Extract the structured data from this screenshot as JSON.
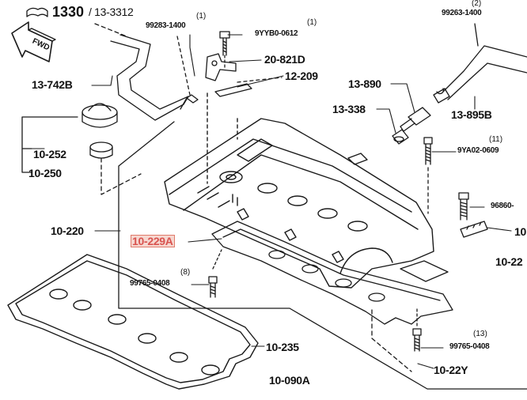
{
  "header": {
    "ref_number": "1330",
    "ref_sub": "/ 13-3312",
    "direction_label": "FWD"
  },
  "labels": {
    "l_99283_top": "99283-1400",
    "q1_a": "(1)",
    "l_9yyb0": "9YYB0-0612",
    "q1_b": "(1)",
    "l_99263_right": "99263-1400",
    "q2": "(2)",
    "l_13_742b": "13-742B",
    "l_20_821d": "20-821D",
    "l_12_209": "12-209",
    "l_13_890": "13-890",
    "l_13_338": "13-338",
    "l_13_895b": "13-895B",
    "l_10_252": "10-252",
    "l_10_250": "10-250",
    "l_9ya02": "9YA02-0609",
    "q11": "(11)",
    "l_10_220": "10-220",
    "l_96860": "96860-",
    "l_10_right": "10",
    "l_10_22_right": "10-22",
    "l_10_229a": "10-229A",
    "q8": "(8)",
    "l_99765_left": "99765-0408",
    "q13": "(13)",
    "l_99765_right": "99765-0408",
    "l_10_235": "10-235",
    "l_10_22y": "10-22Y",
    "l_10_090a": "10-090A"
  },
  "colors": {
    "line": "#1a1a1a",
    "highlight_fill": "#f6d7d0",
    "highlight_border": "#e07a6a",
    "highlight_text": "#d9534f"
  }
}
